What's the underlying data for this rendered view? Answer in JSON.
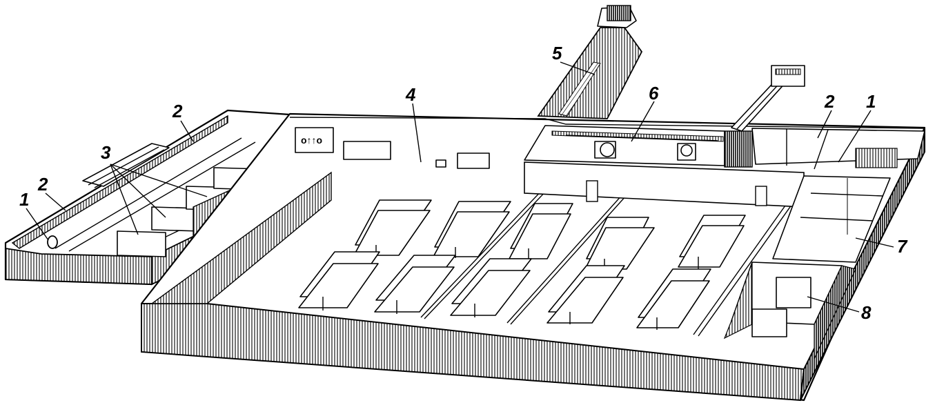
{
  "labels": {
    "l1_left": "1",
    "l2_left": "2",
    "l3": "3",
    "l2_top": "2",
    "l4": "4",
    "l5": "5",
    "l6": "6",
    "l2_right": "2",
    "l1_right": "1",
    "l7": "7",
    "l8": "8"
  }
}
